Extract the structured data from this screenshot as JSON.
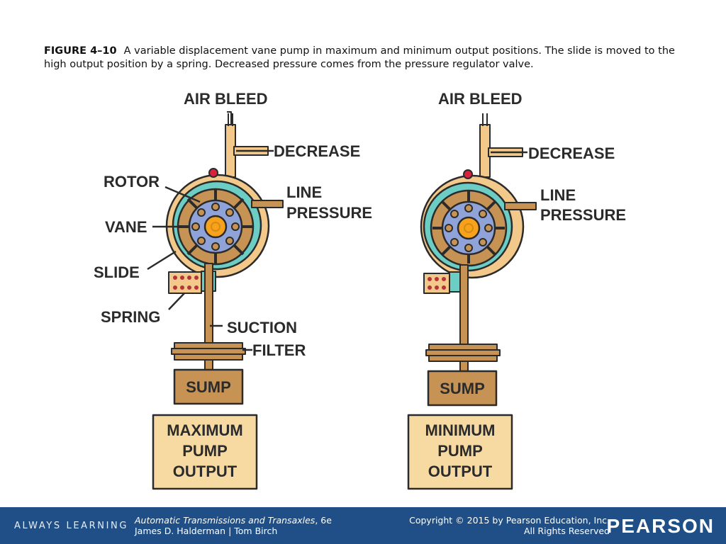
{
  "caption": {
    "figure_label": "FIGURE 4–10",
    "text": "A variable displacement vane pump in maximum and minimum output positions. The slide is moved to the high output position by a spring. Decreased pressure comes from the pressure regulator valve."
  },
  "labels": {
    "air_bleed": "AIR BLEED",
    "decrease": "DECREASE",
    "rotor": "ROTOR",
    "line": "LINE",
    "pressure": "PRESSURE",
    "vane": "VANE",
    "slide": "SLIDE",
    "spring": "SPRING",
    "suction": "SUCTION",
    "filter": "FILTER",
    "sump": "SUMP"
  },
  "output_boxes": {
    "max": [
      "MAXIMUM",
      "PUMP",
      "OUTPUT"
    ],
    "min": [
      "MINIMUM",
      "PUMP",
      "OUTPUT"
    ]
  },
  "colors": {
    "tan": "#f2c98a",
    "brown": "#c69355",
    "teal": "#6ccdc4",
    "blue": "#8fa3d8",
    "orange": "#f6a21d",
    "red": "#d8233c",
    "outline": "#2b2b2b",
    "footer": "#1f4f86"
  },
  "footer": {
    "tagline": "ALWAYS LEARNING",
    "book_title": "Automatic Transmissions and Transaxles",
    "edition": ", 6e",
    "authors": "James D. Halderman | Tom Birch",
    "copyright": "Copyright © 2015 by Pearson Education, Inc.",
    "rights": "All Rights Reserved",
    "logo": "PEARSON"
  }
}
